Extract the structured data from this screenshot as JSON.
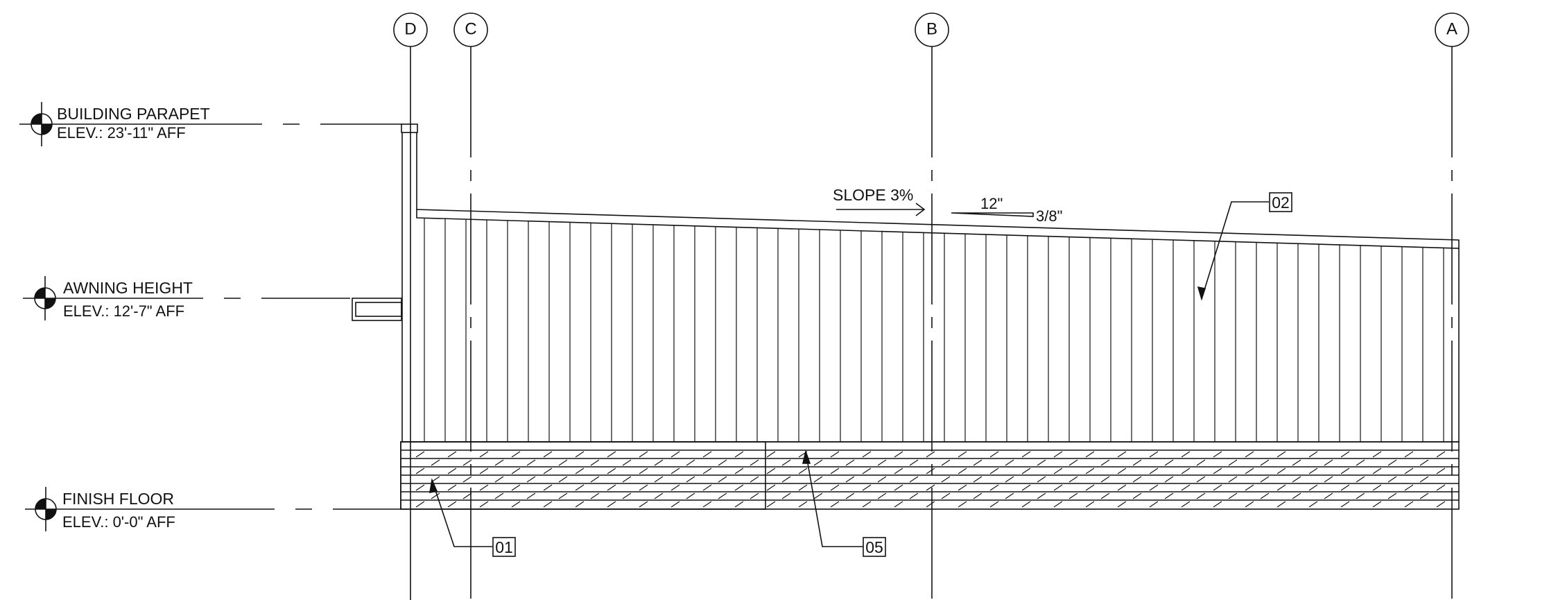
{
  "grid_lines": [
    {
      "id": "D",
      "label": "D"
    },
    {
      "id": "C",
      "label": "C"
    },
    {
      "id": "B",
      "label": "B"
    },
    {
      "id": "A",
      "label": "A"
    }
  ],
  "levels": {
    "parapet": {
      "name": "BUILDING PARAPET",
      "elevation": "ELEV.: 23'-11\" AFF"
    },
    "awning": {
      "name": "AWNING HEIGHT",
      "elevation": "ELEV.: 12'-7\" AFF"
    },
    "floor": {
      "name": "FINISH FLOOR",
      "elevation": "ELEV.: 0'-0\" AFF"
    }
  },
  "slope": {
    "label": "SLOPE 3%",
    "run": "12\"",
    "rise": "3/8\""
  },
  "tags": {
    "t01": "01",
    "t02": "02",
    "t05": "05"
  },
  "colors": {
    "line": "#111111",
    "background": "#ffffff"
  }
}
